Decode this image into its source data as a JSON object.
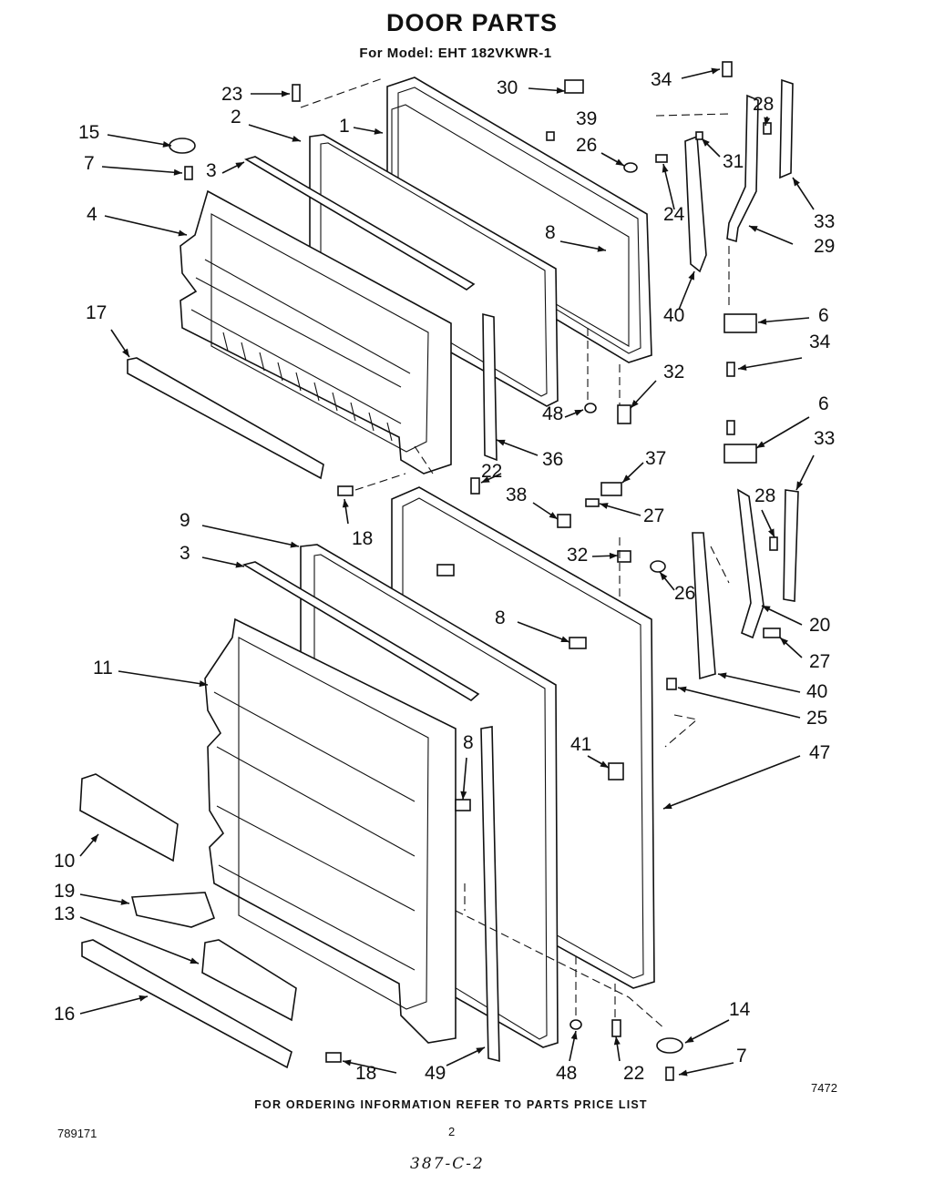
{
  "header": {
    "title": "DOOR PARTS",
    "subtitle": "For Model: EHT 182VKWR-1"
  },
  "footer": {
    "ordering_note": "FOR ORDERING INFORMATION REFER TO PARTS PRICE LIST",
    "drawing_number": "7472",
    "catalog_number": "789171",
    "page_number": "2",
    "handwritten_code": "387-C-2"
  },
  "callouts": [
    "23",
    "2",
    "1",
    "30",
    "39",
    "26",
    "34",
    "28",
    "15",
    "7",
    "3",
    "4",
    "8",
    "24",
    "31",
    "33",
    "29",
    "17",
    "40",
    "6",
    "34",
    "32",
    "48",
    "36",
    "22",
    "37",
    "38",
    "27",
    "6",
    "33",
    "28",
    "9",
    "3",
    "32",
    "26",
    "8",
    "20",
    "27",
    "11",
    "40",
    "25",
    "47",
    "41",
    "8",
    "10",
    "19",
    "13",
    "16",
    "18",
    "49",
    "48",
    "22",
    "14",
    "7",
    "18"
  ]
}
